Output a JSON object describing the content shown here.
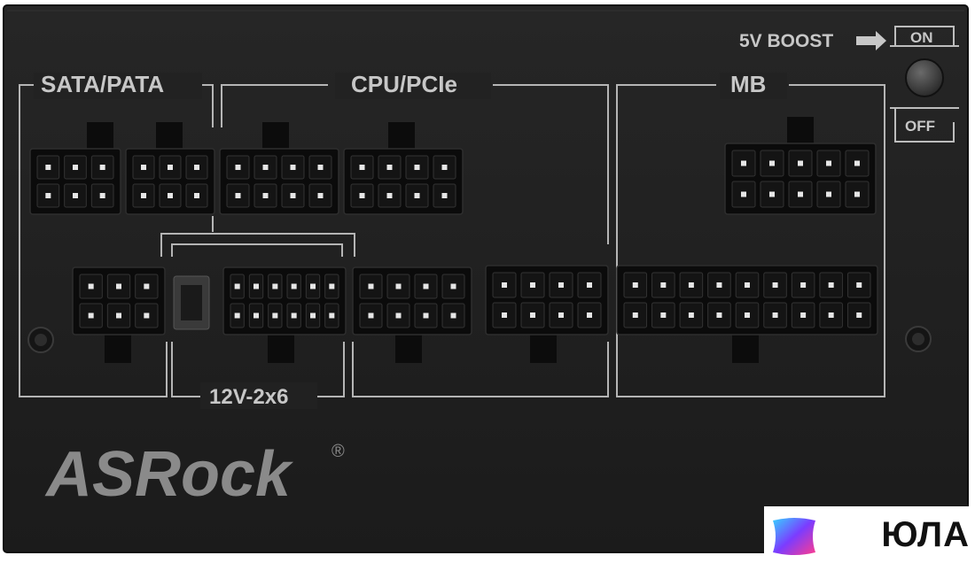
{
  "labels": {
    "sata_pata": "SATA/PATA",
    "cpu_pcie": "CPU/PCIe",
    "mb": "MB",
    "boost": "5V BOOST",
    "switch_on": "ON",
    "switch_off": "OFF",
    "twelve_v": "12V-2x6",
    "brand": "ASRock",
    "registered": "®"
  },
  "watermark": {
    "text": "ЮЛА"
  },
  "colors": {
    "panel": "#1f1f1f",
    "connector": "#0b0b0b",
    "label": "#c7c7c7",
    "brand": "#8a8a8a",
    "watermark_gradient": [
      "#36d1ff",
      "#7b3cff",
      "#ff3c8e"
    ]
  }
}
